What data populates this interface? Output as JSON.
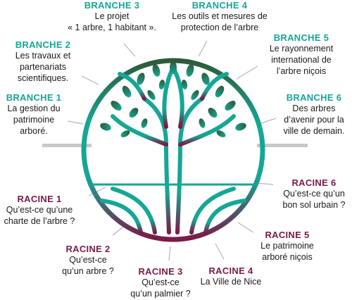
{
  "colors": {
    "teal": "#16a696",
    "dark_green": "#2e5a3a",
    "burgundy": "#7a1a48",
    "connector": "#b5b5b5"
  },
  "icons": {
    "center": "tree-of-life-icon"
  },
  "branches": [
    {
      "head": "BRANCHE 1",
      "desc": "La gestion du\npatrimoine\narboré."
    },
    {
      "head": "BRANCHE 2",
      "desc": "Les travaux et\npartenariats\nscientifiques."
    },
    {
      "head": "BRANCHE 3",
      "desc": "Le projet\n« 1 arbre, 1 habitant »."
    },
    {
      "head": "BRANCHE 4",
      "desc": "Les outils et mesures de\nprotection de l’arbre"
    },
    {
      "head": "BRANCHE 5",
      "desc": "Le rayonnement\ninternational de\nl’arbre niçois"
    },
    {
      "head": "BRANCHE 6",
      "desc": "Des arbres\nd’avenir pour la\nville de demain."
    }
  ],
  "roots": [
    {
      "head": "RACINE 1",
      "desc": "Qu’est-ce qu’une\ncharte de l’arbre ?"
    },
    {
      "head": "RACINE 2",
      "desc": "Qu’est-ce\nqu’un arbre ?"
    },
    {
      "head": "RACINE 3",
      "desc": "Qu’est-ce\nqu’un palmier ?"
    },
    {
      "head": "RACINE 4",
      "desc": "La Ville de Nice"
    },
    {
      "head": "RACINE 5",
      "desc": "Le patrimoine\narboré niçois"
    },
    {
      "head": "RACINE 6",
      "desc": "Qu’est-ce qu’un\nbon sol urbain ?"
    }
  ]
}
